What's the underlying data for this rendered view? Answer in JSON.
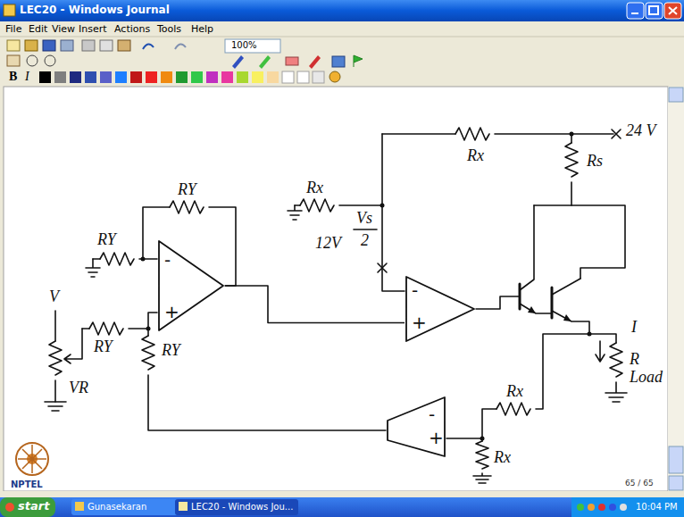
{
  "diagram": {
    "nodes": [
      {
        "text": [
          "-",
          "+"
        ]
      },
      {
        "text": [
          "-",
          "+"
        ]
      },
      {
        "text": [
          "-",
          "+"
        ]
      }
    ],
    "edges": [
      {
        "from": 0,
        "to": 1,
        "arrow": "none"
      }
    ],
    "labels": [
      "LEC20 - Windows Journal",
      "File",
      "Edit",
      "View",
      "Insert",
      "Actions",
      "Tools",
      "Help",
      "100%",
      "B",
      "I",
      "24 V",
      "Rx",
      "Rs",
      "Rx",
      "Vs",
      "2",
      "12V",
      "RY",
      "RY",
      "RY",
      "RY",
      "V",
      "VR",
      "I",
      "R",
      "Load",
      "Rx",
      "Rx",
      "65 / 65",
      "NPTEL",
      "start",
      "Gunasekaran",
      "LEC20 - Windows Jou...",
      "10:04 PM"
    ]
  }
}
